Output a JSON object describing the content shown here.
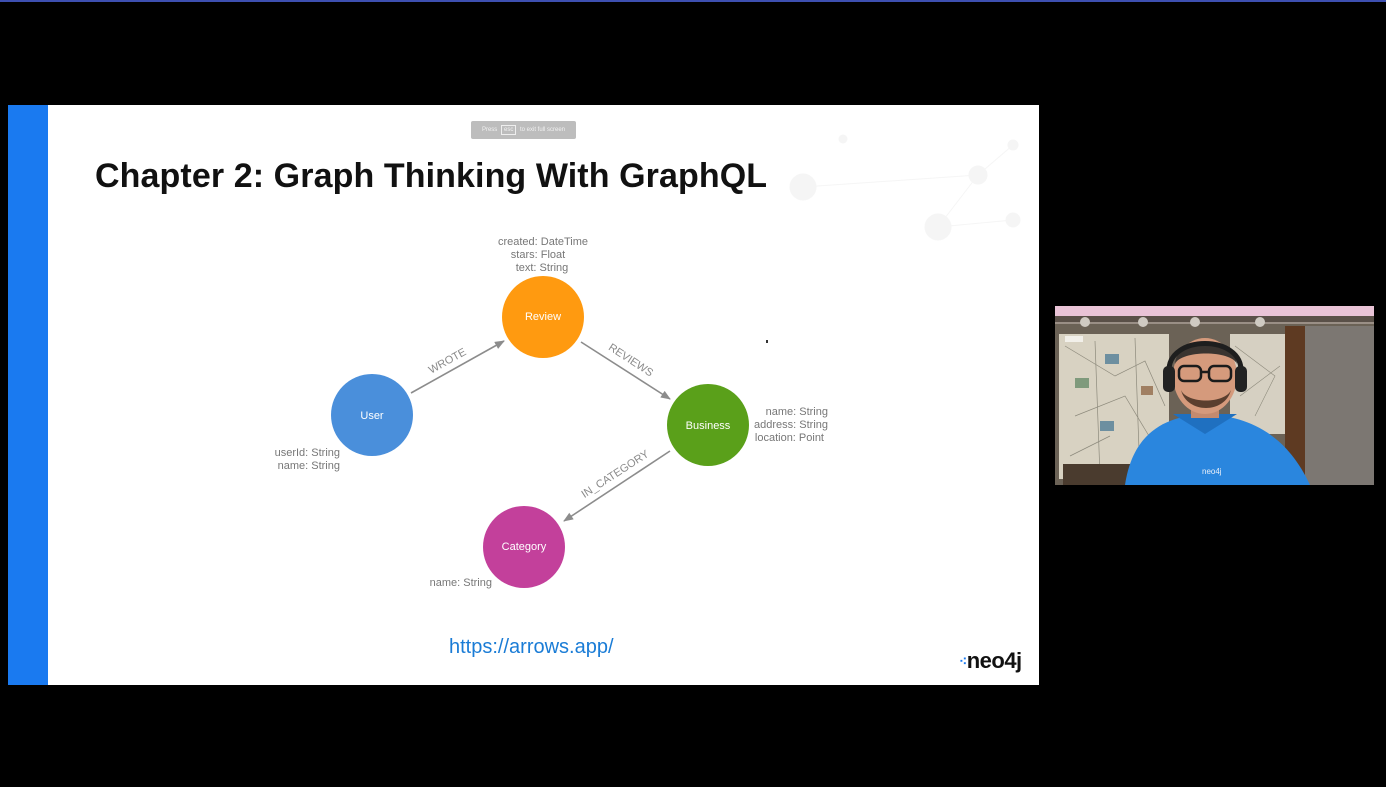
{
  "slide": {
    "title": "Chapter 2: Graph Thinking With GraphQL",
    "fullscreen_banner": {
      "before": "Press",
      "key": "esc",
      "after": "to exit full screen"
    },
    "url": "https://arrows.app/",
    "logo_text": "neo4j",
    "colors": {
      "accent": "#1a7af0",
      "url": "#1a7cd6"
    }
  },
  "graph": {
    "nodes": [
      {
        "id": "user",
        "label": "User",
        "color": "#4a8fdb",
        "props": [
          "userId: String",
          "name: String"
        ]
      },
      {
        "id": "review",
        "label": "Review",
        "color": "#ff9a10",
        "props": [
          "created: DateTime",
          "stars: Float",
          "text: String"
        ]
      },
      {
        "id": "business",
        "label": "Business",
        "color": "#5aa01a",
        "props": [
          "name: String",
          "address: String",
          "location: Point"
        ]
      },
      {
        "id": "category",
        "label": "Category",
        "color": "#c3409b",
        "props": [
          "name: String"
        ]
      }
    ],
    "relationships": [
      {
        "from": "user",
        "to": "review",
        "label": "WROTE"
      },
      {
        "from": "review",
        "to": "business",
        "label": "REVIEWS"
      },
      {
        "from": "business",
        "to": "category",
        "label": "IN_CATEGORY"
      }
    ]
  },
  "webcam": {
    "shirt_logo": "neo4j"
  }
}
